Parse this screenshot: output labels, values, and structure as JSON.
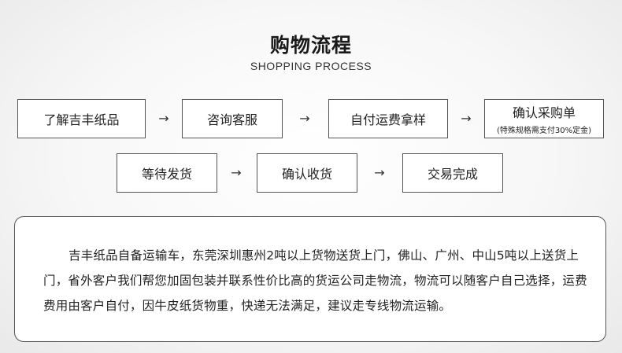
{
  "header": {
    "title": "购物流程",
    "subtitle": "SHOPPING PROCESS"
  },
  "steps": [
    {
      "label": "了解吉丰纸品"
    },
    {
      "label": "咨询客服"
    },
    {
      "label": "自付运费拿样"
    },
    {
      "label": "确认采购单",
      "note": "(特殊规格需支付30%定金)"
    },
    {
      "label": "等待发货"
    },
    {
      "label": "确认收货"
    },
    {
      "label": "交易完成"
    }
  ],
  "arrow_glyph": "→",
  "description": "吉丰纸品自备运输车，东莞深圳惠州2吨以上货物送货上门，佛山、广州、中山5吨以上送货上门，省外客户我们帮您加固包装并联系性价比高的货运公司走物流，物流可以随客户自己选择，运费费用由客户自付，因牛皮纸货物重，快递无法满足，建议走专线物流运输。"
}
